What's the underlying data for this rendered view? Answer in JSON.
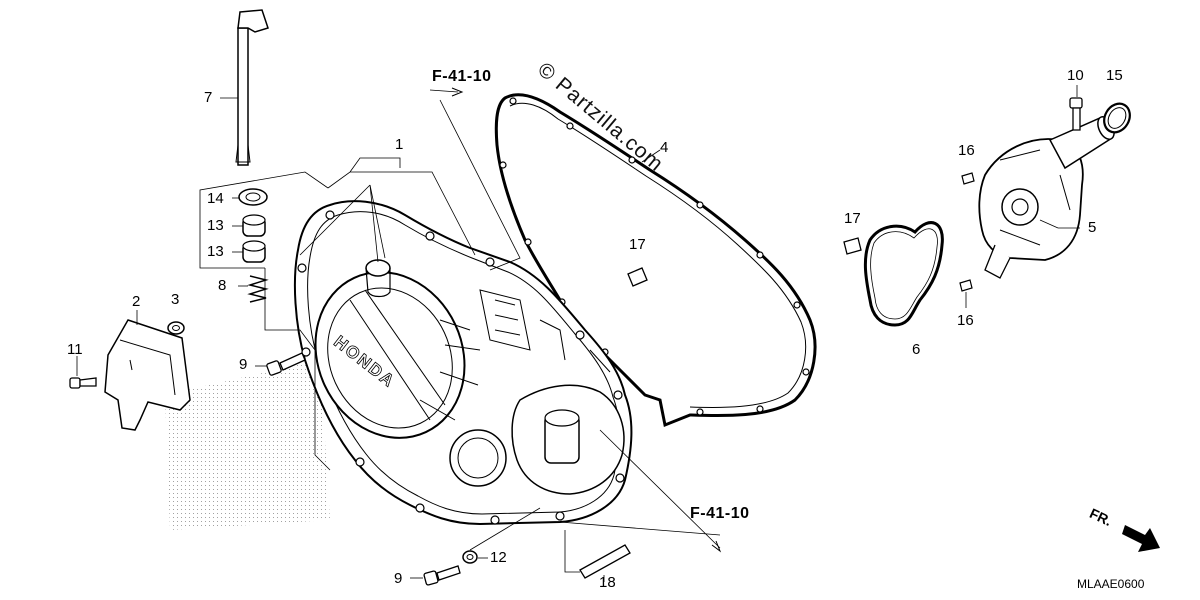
{
  "diagram": {
    "watermark": "© Partzilla.com",
    "emblem_text": "HONDA",
    "direction_label": "FR.",
    "diagram_code": "MLAAE0600",
    "refs": {
      "ref_top": "F-41-10",
      "ref_bottom": "F-41-10"
    },
    "callouts": {
      "c1": "1",
      "c2": "2",
      "c3": "3",
      "c4": "4",
      "c5": "5",
      "c6": "6",
      "c7": "7",
      "c8": "8",
      "c9a": "9",
      "c9b": "9",
      "c10": "10",
      "c11": "11",
      "c12": "12",
      "c13a": "13",
      "c13b": "13",
      "c14": "14",
      "c15": "15",
      "c16a": "16",
      "c16b": "16",
      "c17a": "17",
      "c17b": "17",
      "c18": "18"
    }
  }
}
